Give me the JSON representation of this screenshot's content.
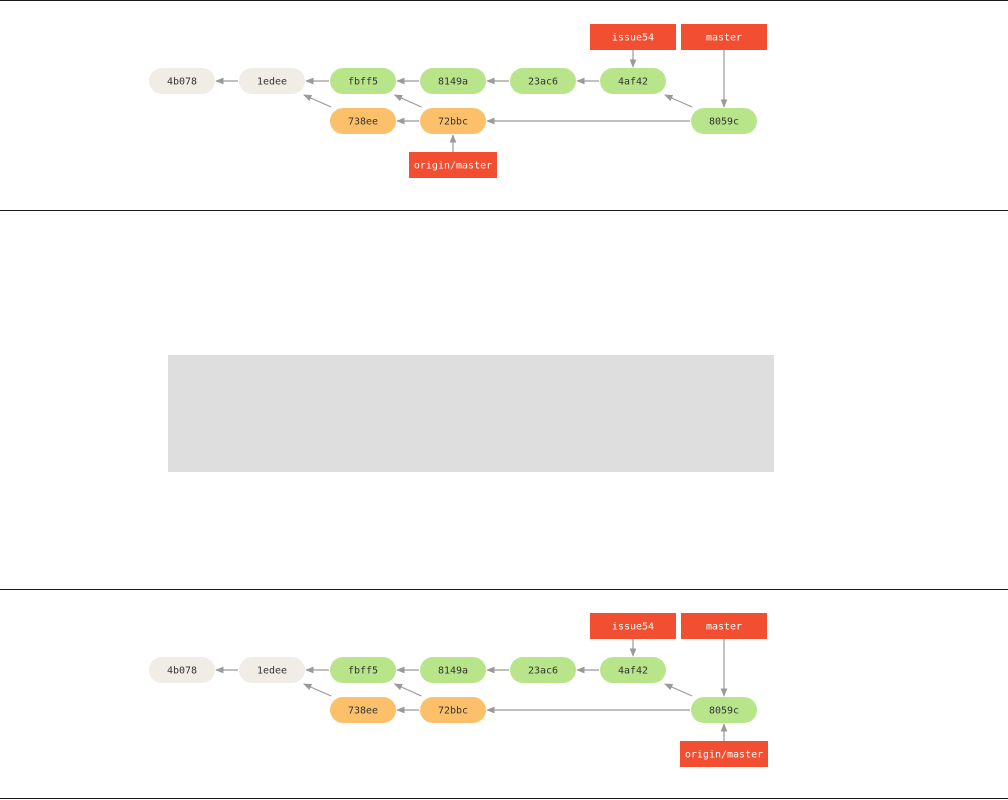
{
  "colors": {
    "commit_gray": "#efede6",
    "commit_green": "#b8e58a",
    "commit_orange": "#fcc06a",
    "ref_red": "#f14e32",
    "edge": "#9a9a9a",
    "placeholder_gray": "#dedede"
  },
  "diagrams": [
    {
      "commits": [
        {
          "id": "4b078",
          "kind": "gray"
        },
        {
          "id": "1edee",
          "kind": "gray"
        },
        {
          "id": "fbff5",
          "kind": "green"
        },
        {
          "id": "8149a",
          "kind": "green"
        },
        {
          "id": "23ac6",
          "kind": "green"
        },
        {
          "id": "4af42",
          "kind": "green"
        },
        {
          "id": "738ee",
          "kind": "orange"
        },
        {
          "id": "72bbc",
          "kind": "orange"
        },
        {
          "id": "8059c",
          "kind": "green"
        }
      ],
      "refs": [
        {
          "name": "issue54",
          "target": "4af42"
        },
        {
          "name": "master",
          "target": "8059c"
        },
        {
          "name": "origin/master",
          "target": "72bbc"
        }
      ]
    },
    {
      "commits": [
        {
          "id": "4b078",
          "kind": "gray"
        },
        {
          "id": "1edee",
          "kind": "gray"
        },
        {
          "id": "fbff5",
          "kind": "green"
        },
        {
          "id": "8149a",
          "kind": "green"
        },
        {
          "id": "23ac6",
          "kind": "green"
        },
        {
          "id": "4af42",
          "kind": "green"
        },
        {
          "id": "738ee",
          "kind": "orange"
        },
        {
          "id": "72bbc",
          "kind": "orange"
        },
        {
          "id": "8059c",
          "kind": "green"
        }
      ],
      "refs": [
        {
          "name": "issue54",
          "target": "4af42"
        },
        {
          "name": "master",
          "target": "8059c"
        },
        {
          "name": "origin/master",
          "target": "8059c"
        }
      ]
    }
  ]
}
